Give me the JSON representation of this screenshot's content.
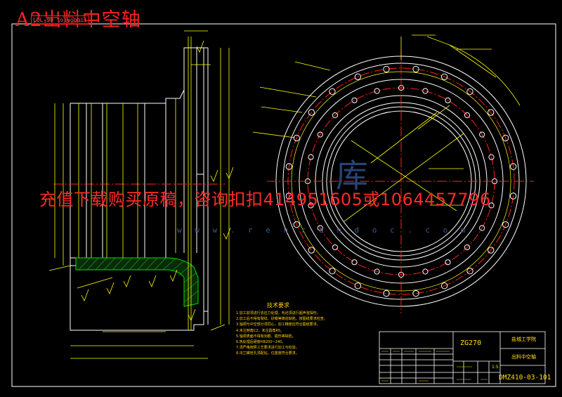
{
  "drawing": {
    "title": "A2出料中空轴",
    "frame_tag": "LOL-90 tolyoohil"
  },
  "banner": {
    "text": "充值下载购买原稿，咨询扣扣414951605或1064457796"
  },
  "watermark": {
    "url": "w w w . r e n r e n d o c . c o m",
    "char": "库"
  },
  "technical_notes": {
    "heading": "技术要求",
    "items": [
      "1.加工前须进行去应力处理，毛坯须进行超声波探伤。",
      "2.加工后不得有裂纹、砂眼等铸造缺陷，按图纸要求检查。",
      "3.轴颈与中空部分须同心，加工精度应符合图纸要求。",
      "4.未注倒角C2，未注圆角R5。",
      "5.轴颈表面不得有划痕、碰伤等缺陷。",
      "6.热处理后硬度HB200~240。",
      "7.须严格按照工艺要求进行加工与检验。",
      "8.法兰螺栓孔须配钻，位置度符合要求。"
    ]
  },
  "title_block": {
    "material": "ZG270",
    "school": "盐城工学院",
    "part_name": "出料中空轴",
    "drawing_no": "DMZ410-03-101",
    "ratio": "1:5"
  },
  "colors": {
    "background": "#000000",
    "outline": "#ffffff",
    "dimension": "#ffff00",
    "center_line": "#ff2020",
    "hatch": "#00e000",
    "banner": "#ff2a2a"
  }
}
